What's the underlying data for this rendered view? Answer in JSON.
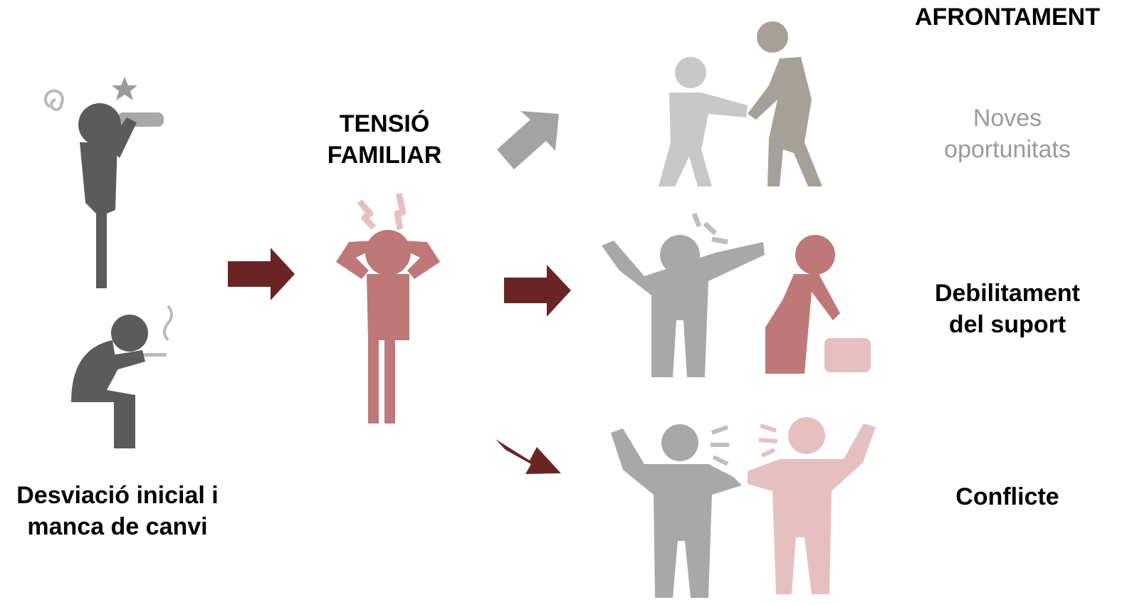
{
  "left_label": {
    "line1": "Desviació inicial i",
    "line2": "manca de canvi"
  },
  "center_label": {
    "line1": "TENSIÓ",
    "line2": "FAMILIAR"
  },
  "heading": "AFRONTAMENT",
  "outcomes": [
    {
      "line1": "Noves",
      "line2": "oportunitats"
    },
    {
      "line1": "Debilitament",
      "line2": "del suport"
    },
    {
      "line1": "Conflicte",
      "line2": ""
    }
  ],
  "colors": {
    "dark_gray": "#5b5b5b",
    "rose": "#bf7878",
    "light_rose": "#e6c0c0",
    "light_gray": "#c8c8c8",
    "mid_gray": "#a8a8a8",
    "taupe": "#a5a198",
    "arrow_dark": "#6b2424",
    "arrow_gray": "#a3a3a3"
  }
}
